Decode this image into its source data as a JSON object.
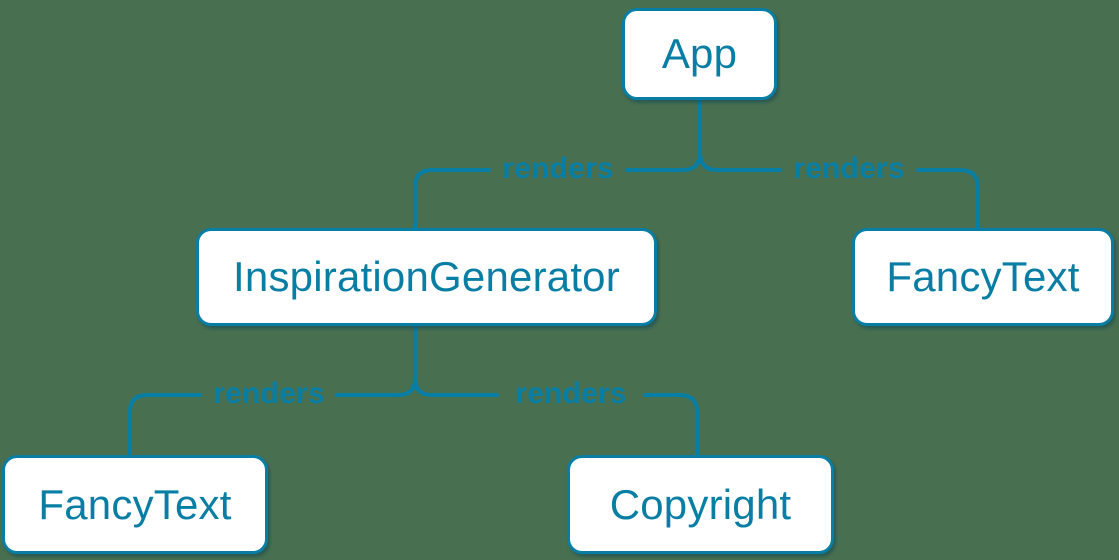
{
  "diagram": {
    "type": "component-render-tree",
    "colors": {
      "accent": "#087ea4",
      "background": "#487050",
      "node_background": "#ffffff"
    },
    "nodes": [
      {
        "id": "app",
        "label": "App"
      },
      {
        "id": "inspiration-generator",
        "label": "InspirationGenerator"
      },
      {
        "id": "fancy-text-right",
        "label": "FancyText"
      },
      {
        "id": "fancy-text-bottom",
        "label": "FancyText"
      },
      {
        "id": "copyright",
        "label": "Copyright"
      }
    ],
    "edges": [
      {
        "from": "App",
        "to": "InspirationGenerator",
        "label": "renders"
      },
      {
        "from": "App",
        "to": "FancyText",
        "label": "renders"
      },
      {
        "from": "InspirationGenerator",
        "to": "FancyText",
        "label": "renders"
      },
      {
        "from": "InspirationGenerator",
        "to": "Copyright",
        "label": "renders"
      }
    ]
  }
}
